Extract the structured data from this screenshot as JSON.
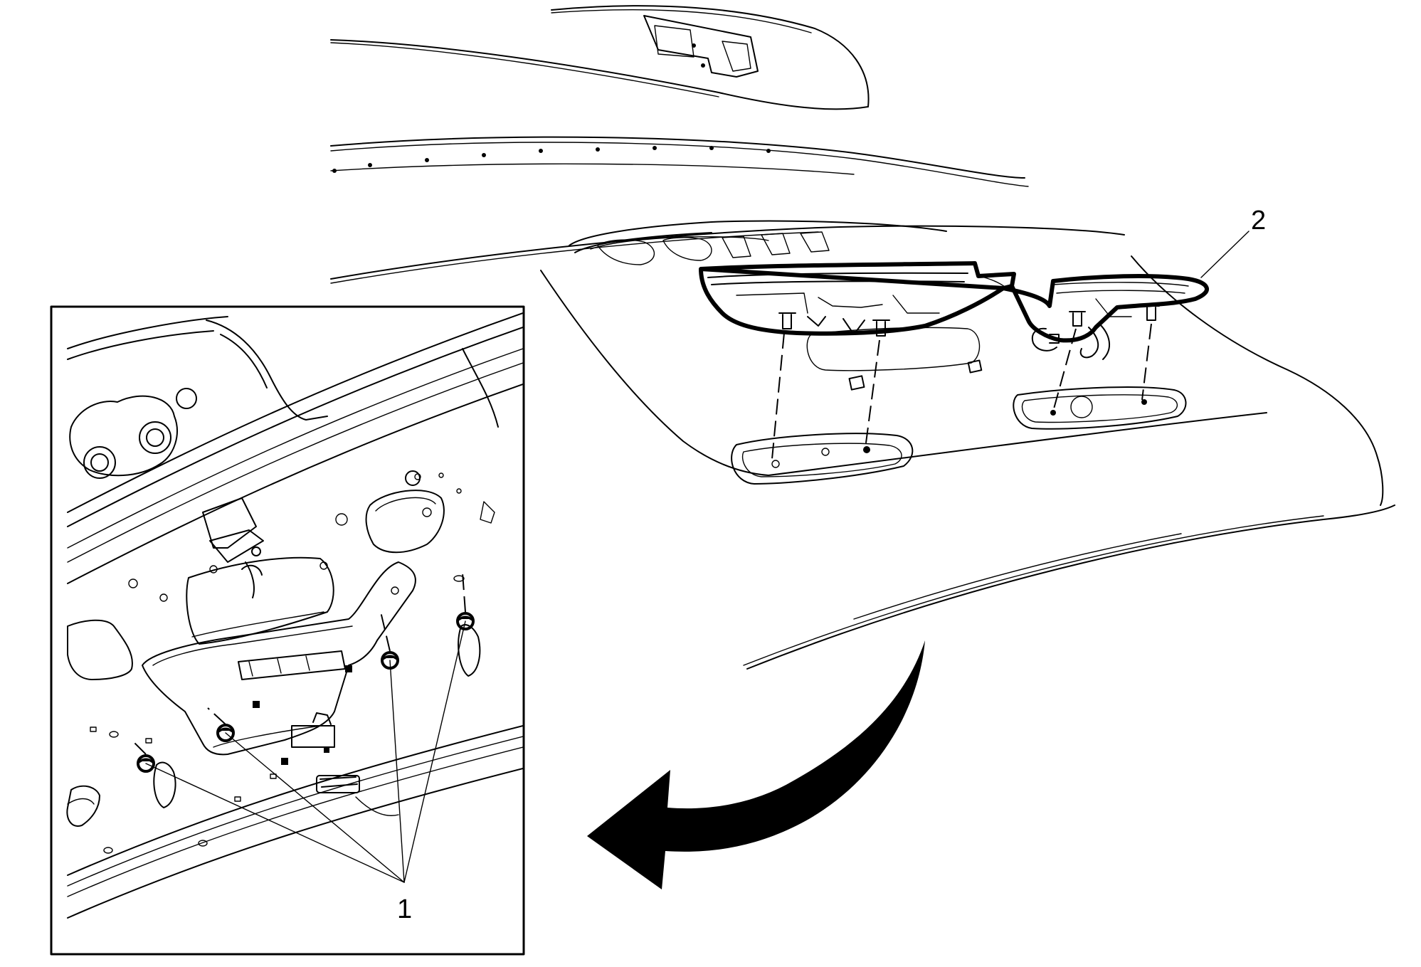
{
  "callouts": [
    {
      "id": "callout-1",
      "label": "1"
    },
    {
      "id": "callout-2",
      "label": "2"
    }
  ],
  "icons": [
    "rotation-arrow-icon"
  ],
  "colors": {
    "line": "#000000",
    "background": "#ffffff"
  }
}
